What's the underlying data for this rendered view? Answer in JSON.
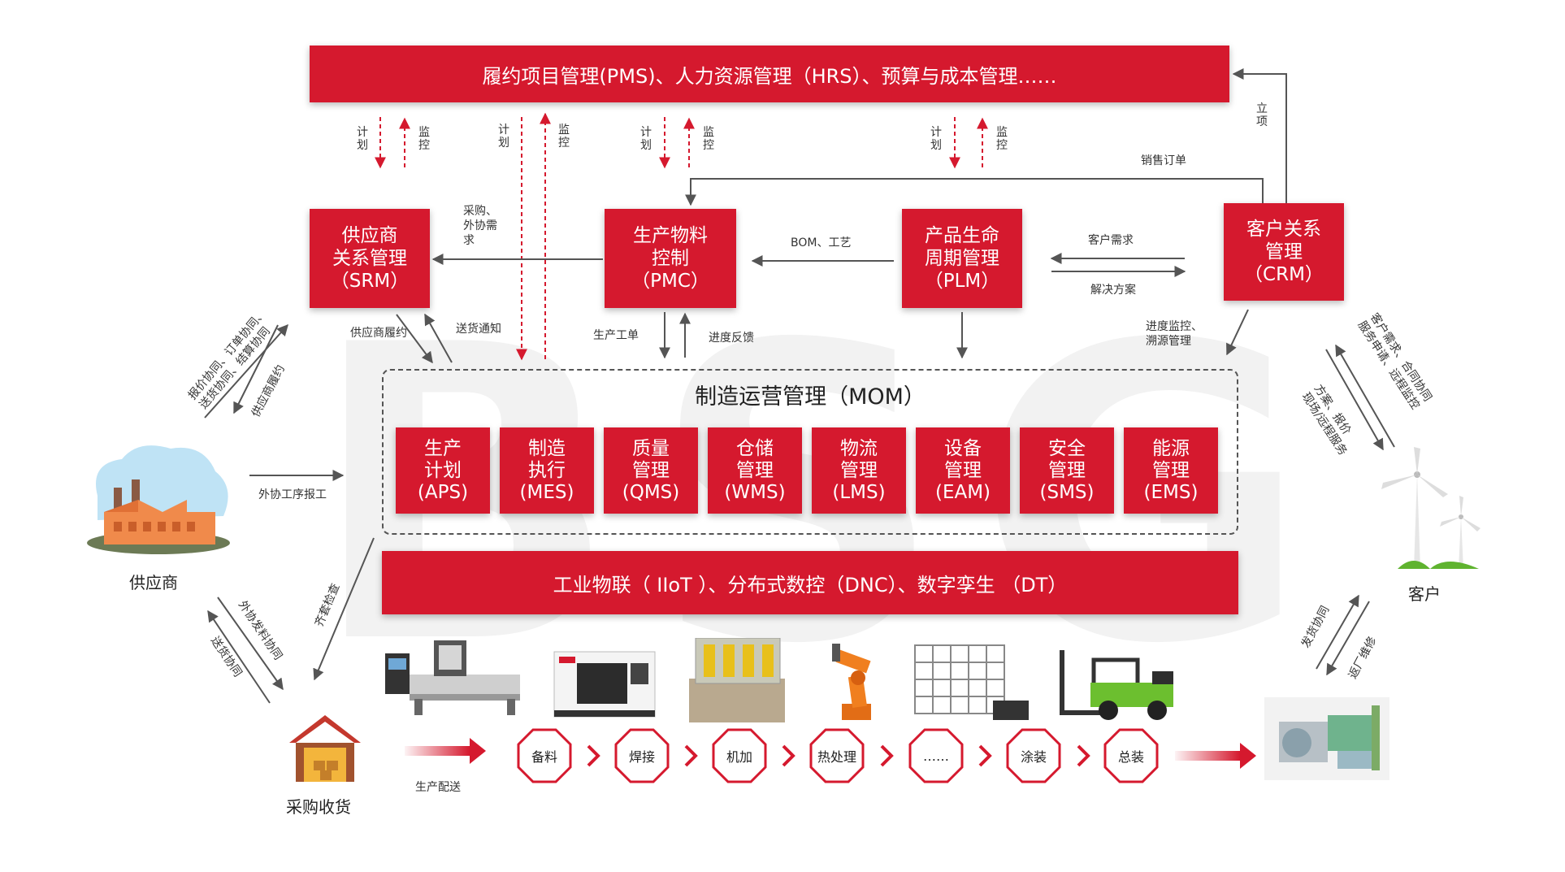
{
  "watermark": "BSG",
  "top_banner": "履约项目管理(PMS)、人力资源管理（HRS）、预算与成本管理……",
  "systems": {
    "srm": [
      "供应商",
      "关系管理",
      "（SRM）"
    ],
    "pmc": [
      "生产物料",
      "控制",
      "（PMC）"
    ],
    "plm": [
      "产品生命",
      "周期管理",
      "（PLM）"
    ],
    "crm": [
      "客户关系",
      "管理",
      "（CRM）"
    ]
  },
  "mom": {
    "title": "制造运营管理（MOM）",
    "modules": [
      [
        "生产",
        "计划",
        "(APS)"
      ],
      [
        "制造",
        "执行",
        "(MES)"
      ],
      [
        "质量",
        "管理",
        "(QMS)"
      ],
      [
        "仓储",
        "管理",
        "(WMS)"
      ],
      [
        "物流",
        "管理",
        "(LMS)"
      ],
      [
        "设备",
        "管理",
        "(EAM)"
      ],
      [
        "安全",
        "管理",
        "(SMS)"
      ],
      [
        "能源",
        "管理",
        "(EMS)"
      ]
    ]
  },
  "bottom_banner": "工业物联（ IIoT ）、分布式数控（DNC）、数字孪生 （DT）",
  "labels": {
    "plan": [
      "计",
      "划"
    ],
    "monitor": [
      "监",
      "控"
    ],
    "project": [
      "立",
      "项"
    ],
    "sales_order": "销售订单",
    "purchase_demand": [
      "采购、",
      "外协需",
      "求"
    ],
    "bom": "BOM、工艺",
    "customer_demand": "客户需求",
    "solution": "解决方案",
    "supplier_fulfill": "供应商履约",
    "delivery_notice": "送货通知",
    "work_order": "生产工单",
    "progress_feedback": "进度反馈",
    "progress_trace": [
      "进度监控、",
      "溯源管理"
    ],
    "quote_collab": [
      "报价协同、订单协同、",
      "送货协同、结算协同"
    ],
    "supplier_perf": "供应商履约",
    "outsource_report": "外协工序报工",
    "kit_check": "齐套检查",
    "outsource_material": "外协发料协同",
    "delivery_collab": "送货协同",
    "customer_req": [
      "客户需求、合同协同",
      "服务申请、远程监控"
    ],
    "solution_quote": [
      "方案、报价",
      "现场/远程服务"
    ],
    "ship_collab": "发货协同",
    "return_repair": "返厂维修",
    "production_delivery": "生产配送"
  },
  "actors": {
    "supplier": "供应商",
    "customer": "客户",
    "warehouse": "采购收货"
  },
  "process_steps": [
    "备料",
    "焊接",
    "机加",
    "热处理",
    "……",
    "涂装",
    "总装"
  ],
  "colors": {
    "accent": "#d5192e",
    "arrow": "#555555"
  }
}
